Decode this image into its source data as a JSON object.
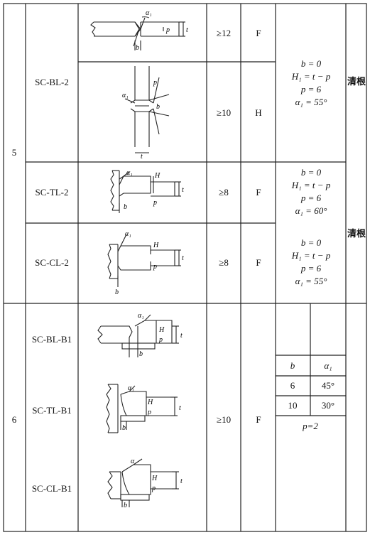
{
  "rows": {
    "row5": {
      "number": "5",
      "groups": [
        {
          "code": "SC-BL-2",
          "subrows": [
            {
              "thickness": "≥12",
              "position": "F"
            },
            {
              "thickness": "≥10",
              "position": "H"
            }
          ],
          "params": [
            "b = 0",
            "H₁ = t − p",
            "p = 6",
            "α₁ = 55°"
          ],
          "remark": "清根"
        },
        {
          "code": "SC-TL-2",
          "subrows": [
            {
              "thickness": "≥8",
              "position": "F"
            }
          ],
          "params": [
            "b = 0",
            "H₁ = t − p",
            "p = 6",
            "α₁ = 60°"
          ]
        },
        {
          "code": "SC-CL-2",
          "subrows": [
            {
              "thickness": "≥8",
              "position": "F"
            }
          ],
          "params": [
            "b = 0",
            "H₁ = t − p",
            "p = 6",
            "α₁ = 55°"
          ]
        }
      ],
      "remark_tl_cl": "清根"
    },
    "row6": {
      "number": "6",
      "codes": [
        "SC-BL-B1",
        "SC-TL-B1",
        "SC-CL-B1"
      ],
      "thickness": "≥10",
      "position": "F",
      "inner_table": {
        "headers": [
          "b",
          "α₁"
        ],
        "rows": [
          [
            "6",
            "45°"
          ],
          [
            "10",
            "30°"
          ]
        ],
        "note": "p=2"
      }
    }
  },
  "sketch_labels": {
    "alpha": "α₁",
    "alpha_plain": "α",
    "p": "p",
    "b": "b",
    "t": "t",
    "H": "H",
    "H1": "H₁"
  }
}
